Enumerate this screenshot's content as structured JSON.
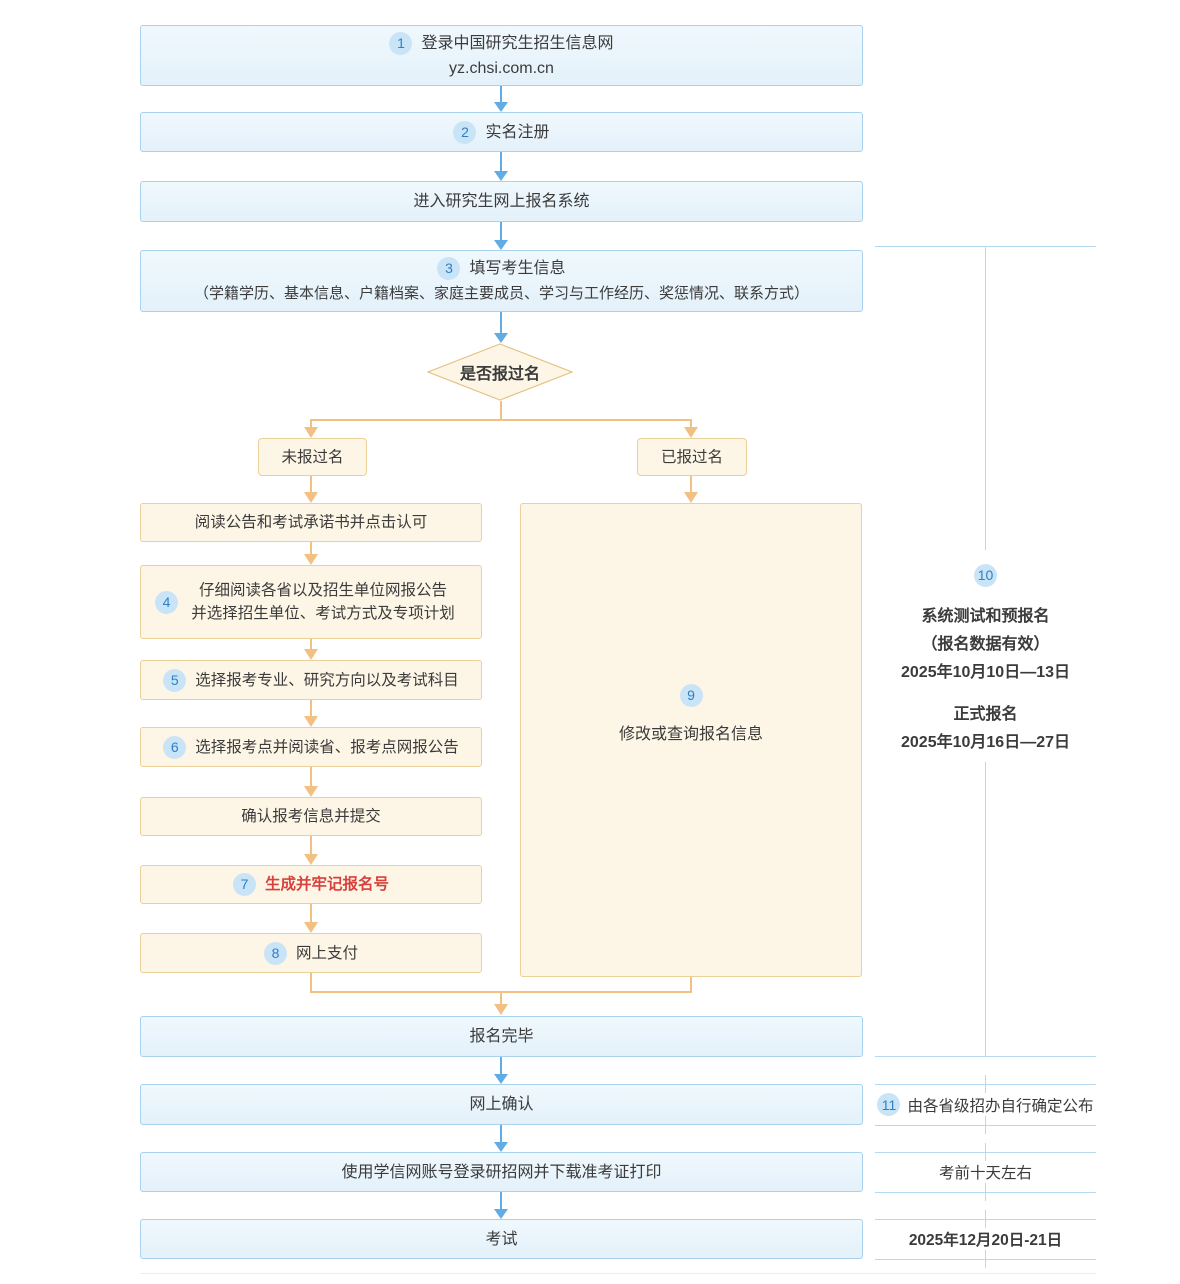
{
  "flow": {
    "step1": {
      "num": "1",
      "line1": "登录中国研究生招生信息网",
      "line2": "yz.chsi.com.cn"
    },
    "step2": {
      "num": "2",
      "label": "实名注册"
    },
    "enter_system": {
      "label": "进入研究生网上报名系统"
    },
    "step3": {
      "num": "3",
      "line1": "填写考生信息",
      "line2": "（学籍学历、基本信息、户籍档案、家庭主要成员、学习与工作经历、奖惩情况、联系方式）"
    },
    "decision": {
      "label": "是否报过名"
    },
    "branch_no": {
      "label": "未报过名"
    },
    "branch_yes": {
      "label": "已报过名"
    },
    "left_steps": [
      {
        "label": "阅读公告和考试承诺书并点击认可"
      },
      {
        "num": "4",
        "line1": "仔细阅读各省以及招生单位网报公告",
        "line2": "并选择招生单位、考试方式及专项计划"
      },
      {
        "num": "5",
        "label": "选择报考专业、研究方向以及考试科目"
      },
      {
        "num": "6",
        "label": "选择报考点并阅读省、报考点网报公告"
      },
      {
        "label": "确认报考信息并提交"
      },
      {
        "num": "7",
        "label": "生成并牢记报名号"
      },
      {
        "num": "8",
        "label": "网上支付"
      }
    ],
    "step9": {
      "num": "9",
      "label": "修改或查询报名信息"
    },
    "done": {
      "label": "报名完毕"
    },
    "confirm": {
      "label": "网上确认"
    },
    "download": {
      "label": "使用学信网账号登录研招网并下载准考证打印"
    },
    "exam": {
      "label": "考试"
    }
  },
  "side_panel": {
    "step10": {
      "num": "10",
      "title1": "系统测试和预报名",
      "subtitle1": "（报名数据有效）",
      "date1": "2025年10月10日—13日",
      "title2": "正式报名",
      "date2": "2025年10月16日—27日"
    },
    "step11": {
      "num": "11",
      "label": "由各省级招办自行确定公布"
    },
    "before_exam": {
      "label": "考前十天左右"
    },
    "exam_date": {
      "label": "2025年12月20日-21日"
    }
  },
  "colors": {
    "blue_box_border": "#a9d2ee",
    "blue_box_fill": "#e9f4fb",
    "blue_arrow": "#61ace4",
    "cream_box_border": "#ecd09a",
    "cream_box_fill": "#fdf6e6",
    "orange_arrow": "#f3c083",
    "number_circle_bg": "#c9e4f7",
    "number_circle_text": "#2e7fc5",
    "highlight_red": "#d8413c",
    "panel_line": "#b5d9ef",
    "text": "#3b3b3b"
  }
}
